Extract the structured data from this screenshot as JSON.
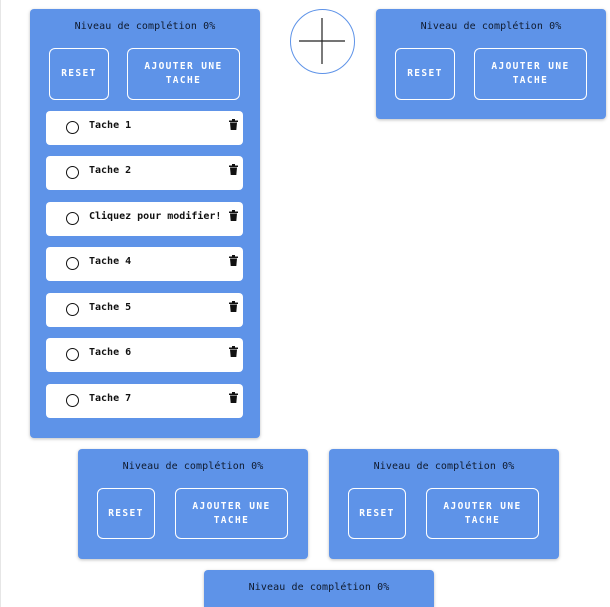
{
  "lists": [
    {
      "title": "Niveau de complétion 0%",
      "reset_label": "RESET",
      "add_label": "AJOUTER UNE TACHE",
      "tasks": [
        "Tache 1",
        "Tache 2",
        "Cliquez pour modifier!",
        "Tache 4",
        "Tache 5",
        "Tache 6",
        "Tache 7"
      ]
    },
    {
      "title": "Niveau de complétion 0%",
      "reset_label": "RESET",
      "add_label": "AJOUTER UNE TACHE"
    },
    {
      "title": "Niveau de complétion 0%",
      "reset_label": "RESET",
      "add_label": "AJOUTER UNE TACHE"
    },
    {
      "title": "Niveau de complétion 0%",
      "reset_label": "RESET",
      "add_label": "AJOUTER UNE TACHE"
    },
    {
      "title": "Niveau de complétion 0%"
    }
  ],
  "icons": {
    "add_list": "plus-icon",
    "task_status": "circle-icon",
    "task_delete": "trash-icon"
  },
  "colors": {
    "panel": "#5e93e8",
    "task_bg": "#ffffff",
    "text": "#0f1a2e"
  }
}
